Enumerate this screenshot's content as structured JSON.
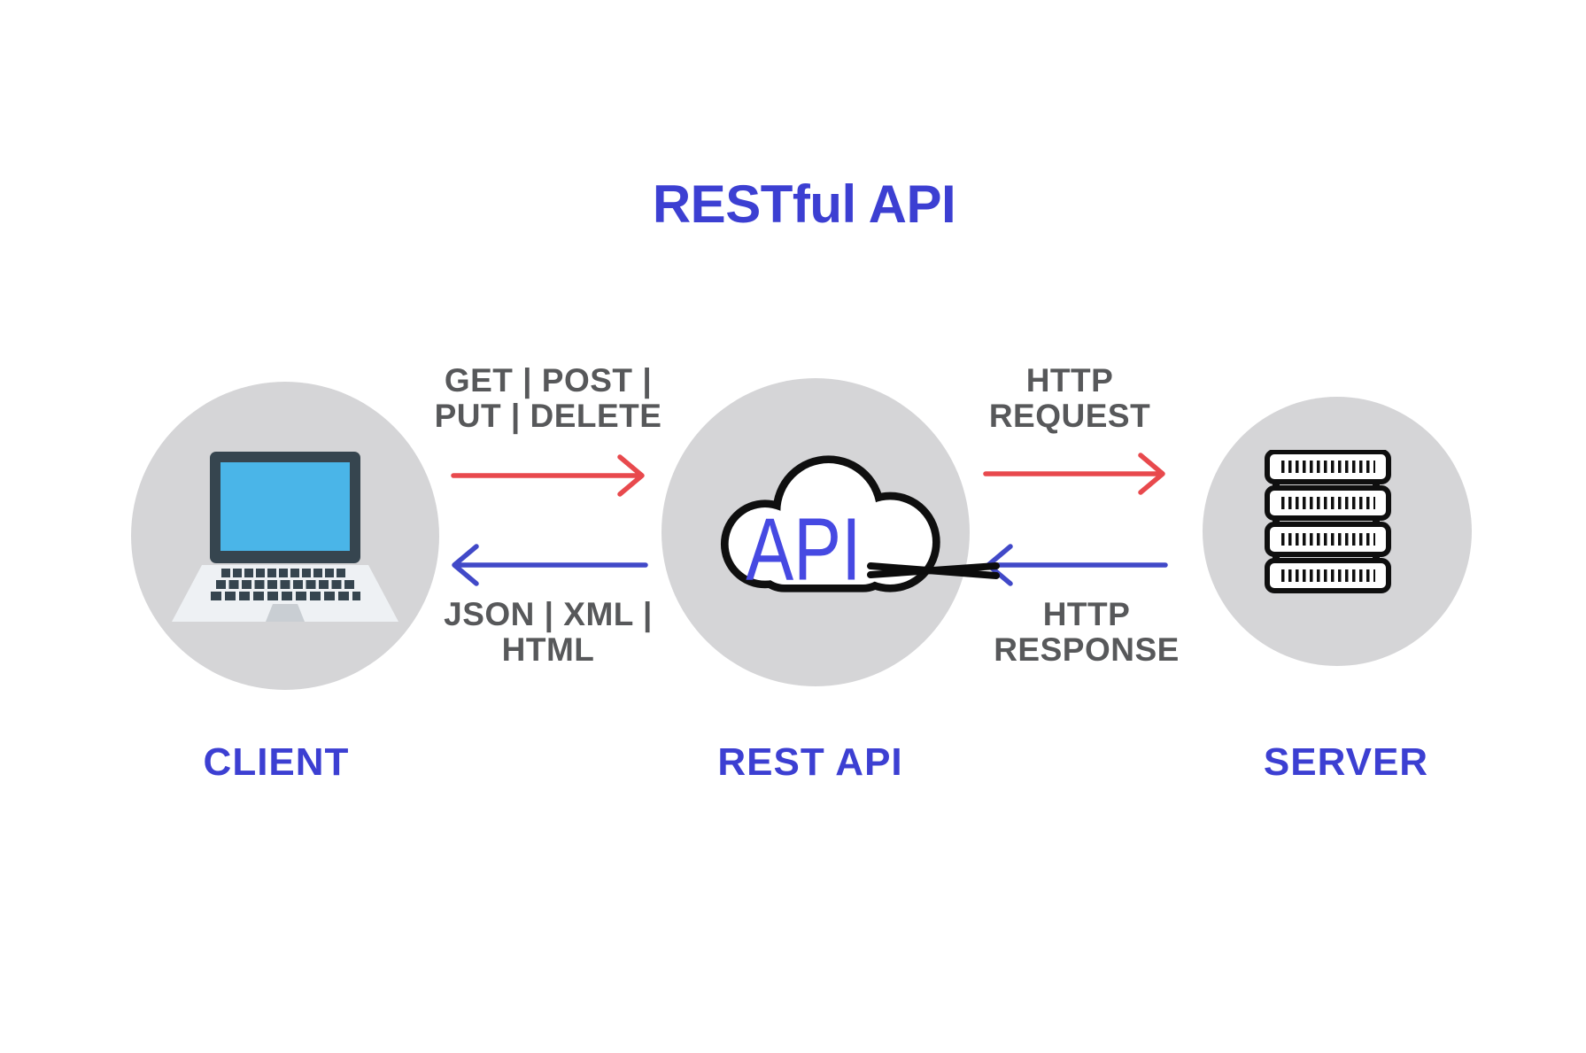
{
  "title": "RESTful API",
  "nodes": [
    {
      "id": "client",
      "label": "CLIENT",
      "icon": "laptop-icon"
    },
    {
      "id": "rest-api",
      "label": "REST API",
      "icon": "cloud-api-icon",
      "icon_text": "API"
    },
    {
      "id": "server",
      "label": "SERVER",
      "icon": "server-rack-icon"
    }
  ],
  "edges": [
    {
      "id": "client-to-api",
      "from": "CLIENT",
      "to": "REST API",
      "color": "#e8494d",
      "label_line1": "GET | POST |",
      "label_line2": "PUT | DELETE"
    },
    {
      "id": "api-to-client",
      "from": "REST API",
      "to": "CLIENT",
      "color": "#4149c8",
      "label_line1": "JSON | XML |",
      "label_line2": "HTML"
    },
    {
      "id": "api-to-server",
      "from": "REST API",
      "to": "SERVER",
      "color": "#e8494d",
      "label_line1": "HTTP",
      "label_line2": "REQUEST"
    },
    {
      "id": "server-to-api",
      "from": "SERVER",
      "to": "REST API",
      "color": "#4149c8",
      "label_line1": "HTTP",
      "label_line2": "RESPONSE"
    }
  ],
  "colors": {
    "title_blue": "#3c3fd2",
    "node_label_blue": "#3c3fd2",
    "arrow_red": "#e8494d",
    "arrow_blue": "#4149c8",
    "circle_gray": "#d5d5d7",
    "edge_label_gray": "#57585a",
    "api_text_blue": "#4649e2",
    "laptop_screen_blue": "#4ab5e8",
    "laptop_frame_dark": "#36454f",
    "icon_outline_black": "#0f0f0f"
  }
}
